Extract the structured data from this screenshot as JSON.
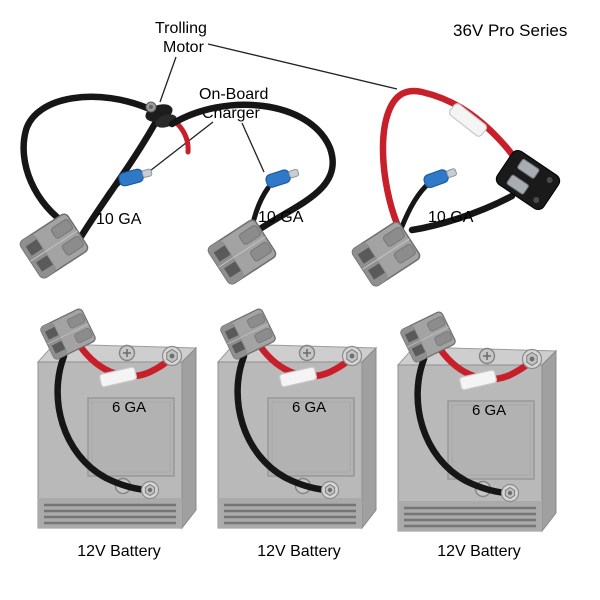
{
  "title": "36V Pro Series",
  "annotations": {
    "trolling_motor": {
      "lines": [
        "Trolling",
        "Motor"
      ]
    },
    "onboard_charger": {
      "lines": [
        "On-Board",
        "Charger"
      ]
    }
  },
  "harnesses": [
    {
      "gauge": "10 GA"
    },
    {
      "gauge": "10 GA"
    },
    {
      "gauge": "10 GA"
    }
  ],
  "batteries": [
    {
      "gauge": "6 GA",
      "label": "12V Battery"
    },
    {
      "gauge": "6 GA",
      "label": "12V Battery"
    },
    {
      "gauge": "6 GA",
      "label": "12V Battery"
    }
  ],
  "colors": {
    "wire-red": "#c8202a",
    "wire-black": "#161616",
    "crimp-blue": "#3079c8",
    "connector-gray": "#a3a3a3",
    "battery-gray": "#b9b9b9",
    "text": "#000000"
  }
}
